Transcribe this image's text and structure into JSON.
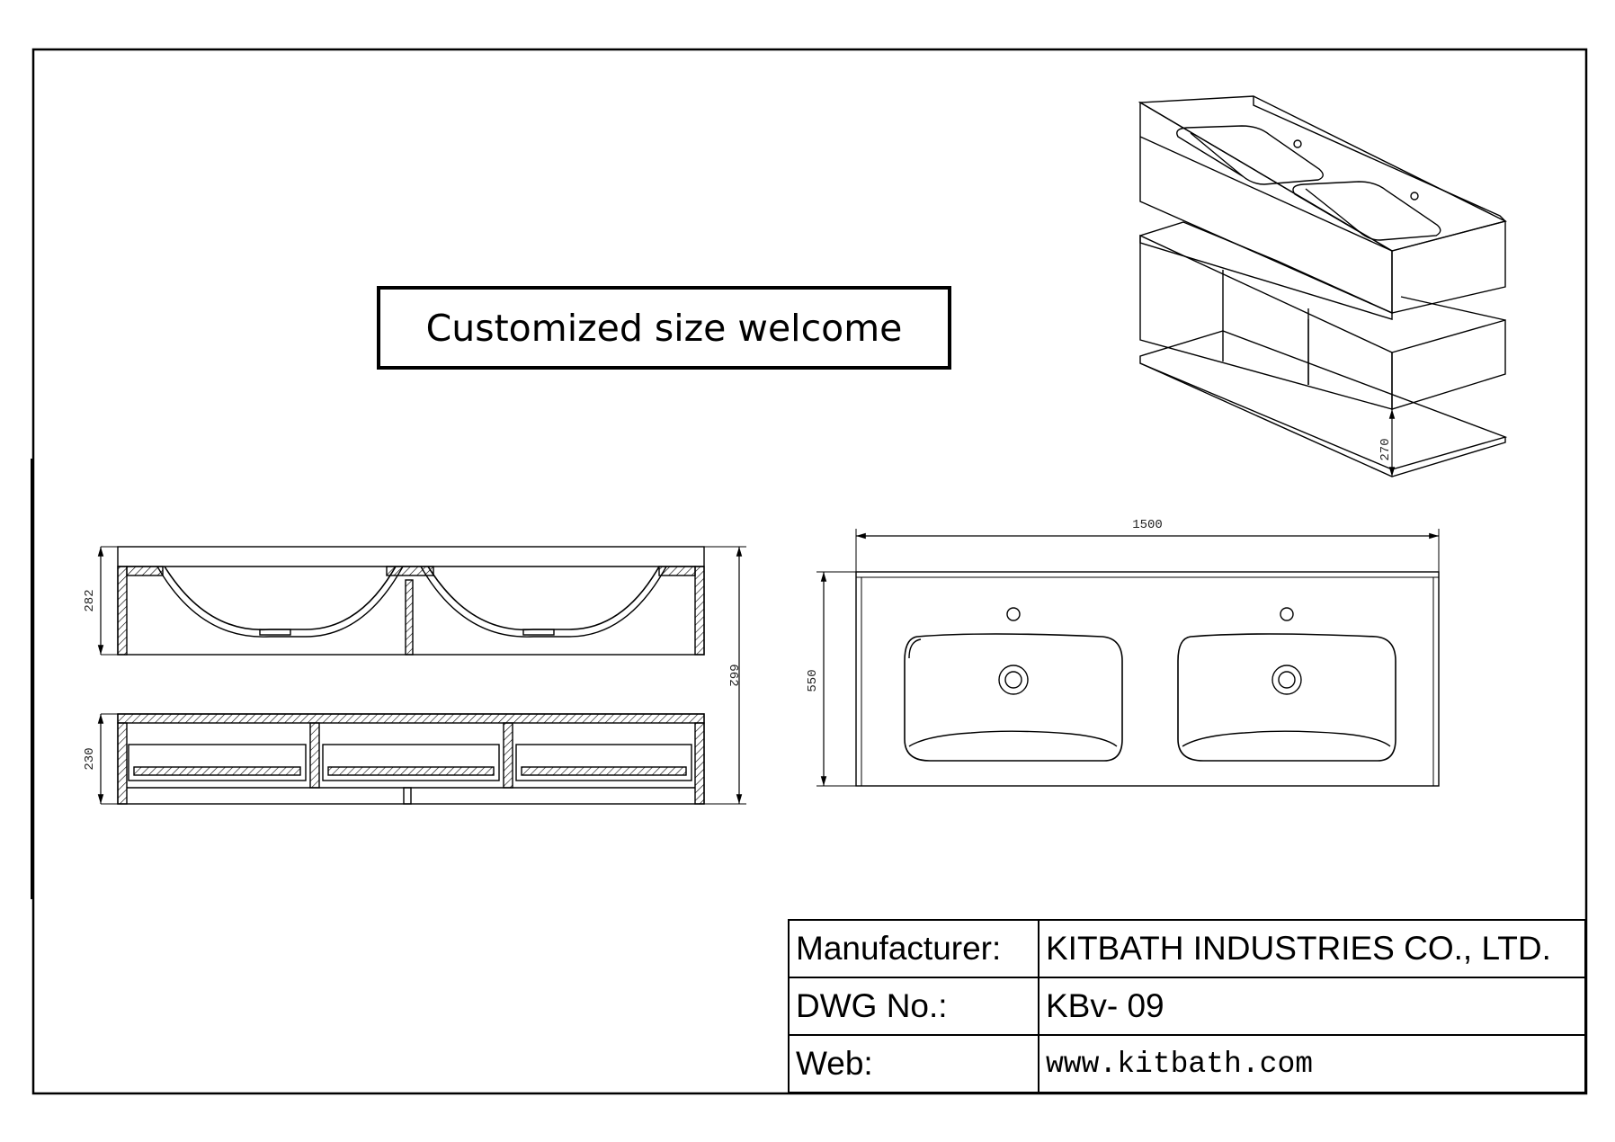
{
  "banner": {
    "text": "Customized size welcome"
  },
  "dimensions": {
    "top_width": "1500",
    "top_depth": "550",
    "basin_height": "282",
    "drawer_height": "230",
    "total_height": "662",
    "gap_height": "270"
  },
  "title_block": {
    "rows": [
      {
        "label": "Manufacturer:",
        "value": "KITBATH INDUSTRIES CO., LTD."
      },
      {
        "label": "DWG No.:",
        "value": "KBv- 09"
      },
      {
        "label": "Web:",
        "value": "www.kitbath.com"
      }
    ]
  }
}
